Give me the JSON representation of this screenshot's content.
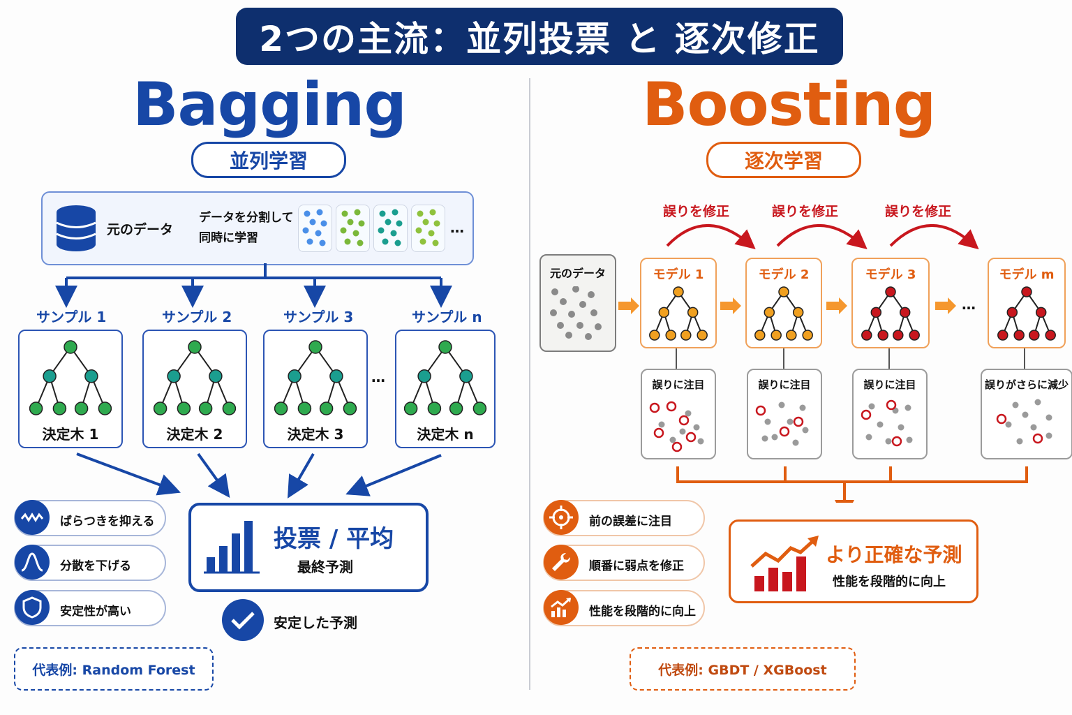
{
  "title": "2つの主流：並列投票 と 逐次修正",
  "bagging": {
    "name": "Bagging",
    "tag": "並列学習",
    "source_label": "元のデータ",
    "split_line1": "データを分割して",
    "split_line2": "同時に学習",
    "ellipsis": "…",
    "samples": [
      "サンプル 1",
      "サンプル 2",
      "サンプル 3",
      "サンプル n"
    ],
    "trees": [
      "決定木 1",
      "決定木 2",
      "決定木 3",
      "決定木 n"
    ],
    "vote_title": "投票 / 平均",
    "vote_sub": "最終予測",
    "features": [
      "ばらつきを抑える",
      "分散を下げる",
      "安定性が高い"
    ],
    "result": "安定した予測",
    "example": "代表例: Random Forest",
    "colors": {
      "primary": "#1747a6",
      "node": "#1b9e8f",
      "leaf": "#2faa4f"
    }
  },
  "boosting": {
    "name": "Boosting",
    "tag": "逐次学習",
    "source_label": "元のデータ",
    "correct_labels": [
      "誤りを修正",
      "誤りを修正",
      "誤りを修正"
    ],
    "models": [
      "モデル 1",
      "モデル 2",
      "モデル 3",
      "モデル m"
    ],
    "ellipsis": "…",
    "errors": [
      "誤りに注目",
      "誤りに注目",
      "誤りに注目",
      "誤りがさらに減少"
    ],
    "result_title": "より正確な予測",
    "result_sub": "性能を段階的に向上",
    "features": [
      "前の誤差に注目",
      "順番に弱点を修正",
      "性能を段階的に向上"
    ],
    "example": "代表例: GBDT / XGBoost",
    "colors": {
      "primary": "#e05d10",
      "error": "#c8171e",
      "leaf": "#f0a020"
    }
  },
  "icons": [
    "database-icon",
    "arrow-icon",
    "tree-icon",
    "bar-chart-icon",
    "wave-icon",
    "bell-curve-icon",
    "shield-icon",
    "check-icon",
    "target-icon",
    "wrench-icon",
    "trend-up-icon"
  ]
}
